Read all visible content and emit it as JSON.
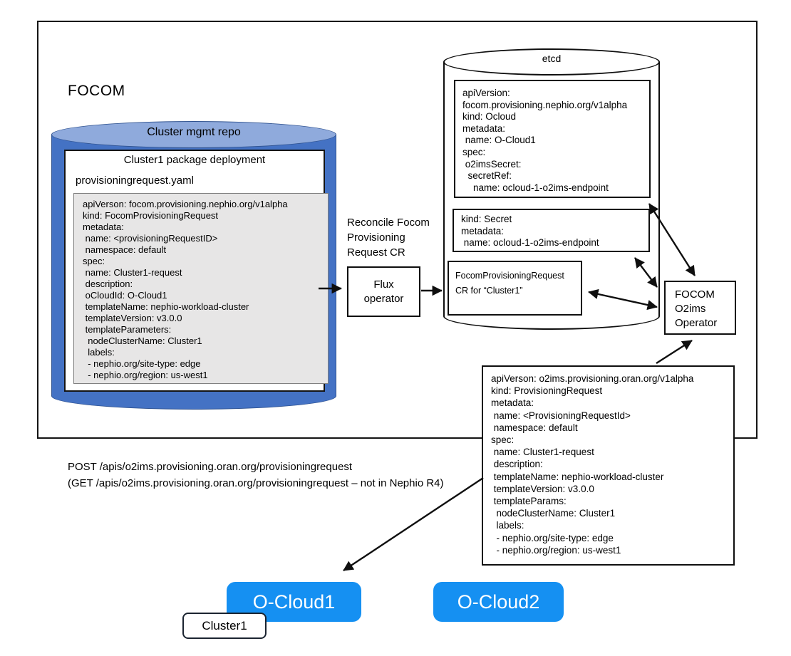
{
  "title_label": "FOCOM",
  "repo": {
    "title": "Cluster mgmt repo",
    "package_title": "Cluster1 package deployment",
    "file_name": "provisioningrequest.yaml",
    "yaml": "apiVerson: focom.provisioning.nephio.org/v1alpha\nkind: FocomProvisioningRequest\nmetadata:\n name: <provisioningRequestID>\n namespace: default\nspec:\n name: Cluster1-request\n description:\n oCloudId: O-Cloud1\n templateName: nephio-workload-cluster\n templateVersion: v3.0.0\n templateParameters:\n  nodeClusterName: Cluster1\n  labels:\n  - nephio.org/site-type: edge\n  - nephio.org/region: us-west1"
  },
  "reconcile_label": "Reconcile Focom\nProvisioning\nRequest CR",
  "flux_operator_label": "Flux\noperator",
  "etcd": {
    "title": "etcd",
    "ocloud_yaml": "apiVersion:\nfocom.provisioning.nephio.org/v1alpha\nkind: Ocloud\nmetadata:\n name: O-Cloud1\nspec:\n o2imsSecret:\n  secretRef:\n    name: ocloud-1-o2ims-endpoint",
    "secret_yaml": "kind: Secret\nmetadata:\n name: ocloud-1-o2ims-endpoint",
    "cr_label": "FocomProvisioningRequest\nCR for “Cluster1”"
  },
  "operator_label": "FOCOM\nO2ims\nOperator",
  "provisioning_request_yaml": "apiVerson: o2ims.provisioning.oran.org/v1alpha\nkind: ProvisioningRequest\nmetadata:\n name: <ProvisioningRequestId>\n namespace: default\nspec:\n name: Cluster1-request\n description:\n templateName: nephio-workload-cluster\n templateVersion: v3.0.0\n templateParams:\n  nodeClusterName: Cluster1\n  labels:\n  - nephio.org/site-type: edge\n  - nephio.org/region: us-west1",
  "api_calls": "POST /apis/o2ims.provisioning.oran.org/provisioningrequest\n(GET /apis/o2ims.provisioning.oran.org/provisioningrequest  – not in Nephio R4)",
  "oclouds": [
    {
      "label": "O-Cloud1"
    },
    {
      "label": "O-Cloud2"
    }
  ],
  "cluster_badge_label": "Cluster1",
  "colors": {
    "repo_body": "#4472C4",
    "repo_top": "#8FAADC",
    "repo_border": "#2F528F",
    "code_block_bg": "#E7E6E6",
    "ocloud_button": "#1590F2",
    "line": "#0f0f0f"
  }
}
